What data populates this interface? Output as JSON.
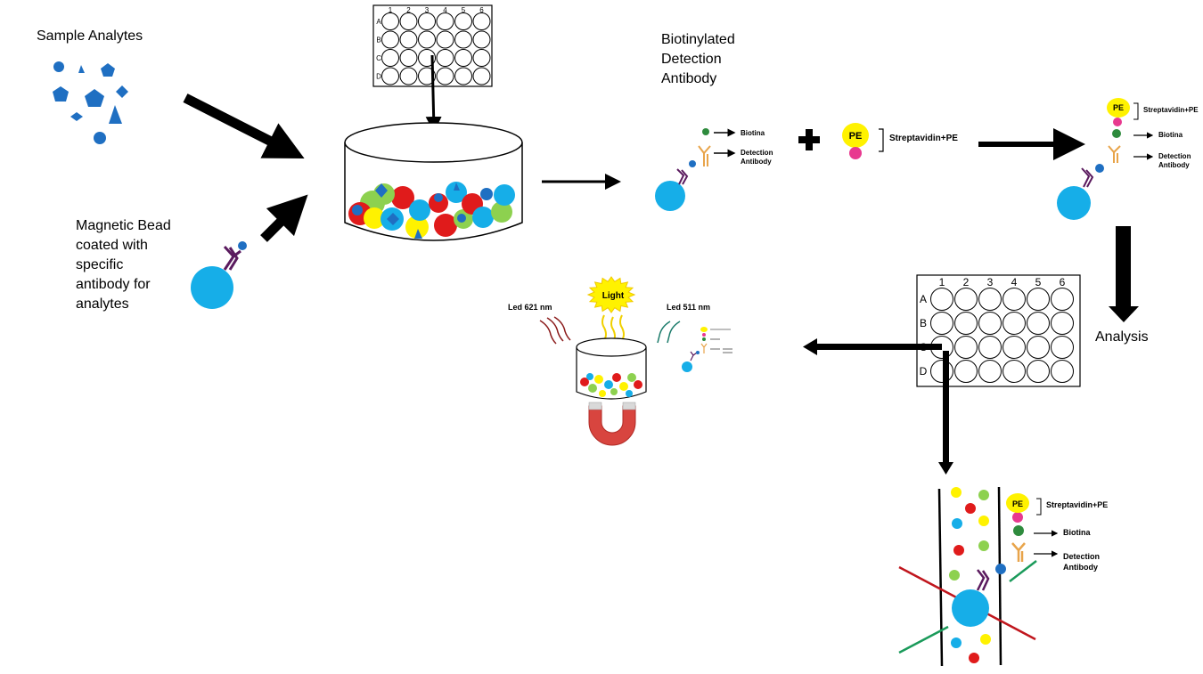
{
  "colors": {
    "analyte": "#1f6fc2",
    "bead": "#16aee8",
    "antibody": "#5a1a5e",
    "detection_antibody": "#e8a44a",
    "biotin": "#2e8b3d",
    "pe": "#fff200",
    "streptavidin": "#e8398f",
    "red_bead": "#e01b1b",
    "green_bead": "#8dd14f",
    "yellow_bead": "#fff200",
    "magnet": "#d8453f"
  },
  "texts": {
    "sample_analytes": "Sample Analytes",
    "magnetic_bead": [
      "Magnetic Bead",
      "coated with",
      "specific",
      "antibody for",
      "analytes"
    ],
    "biotinylated": [
      "Biotinylated",
      "Detection",
      "Antibody"
    ],
    "biotina": "Biotina",
    "detection_antibody": [
      "Detection",
      "Antibody"
    ],
    "streptavidin_pe": "Streptavidin+PE",
    "pe": "PE",
    "analysis": "Analysis",
    "light": "Light",
    "led_621": "Led 621 nm",
    "led_511": "Led 511 nm"
  },
  "plate_small": {
    "columns": [
      "1",
      "2",
      "3",
      "4",
      "5",
      "6"
    ],
    "rows": [
      "A",
      "B",
      "C",
      "D"
    ]
  },
  "plate_large": {
    "columns": [
      "1",
      "2",
      "3",
      "4",
      "5",
      "6"
    ],
    "rows": [
      "A",
      "B",
      "C",
      "D"
    ]
  }
}
